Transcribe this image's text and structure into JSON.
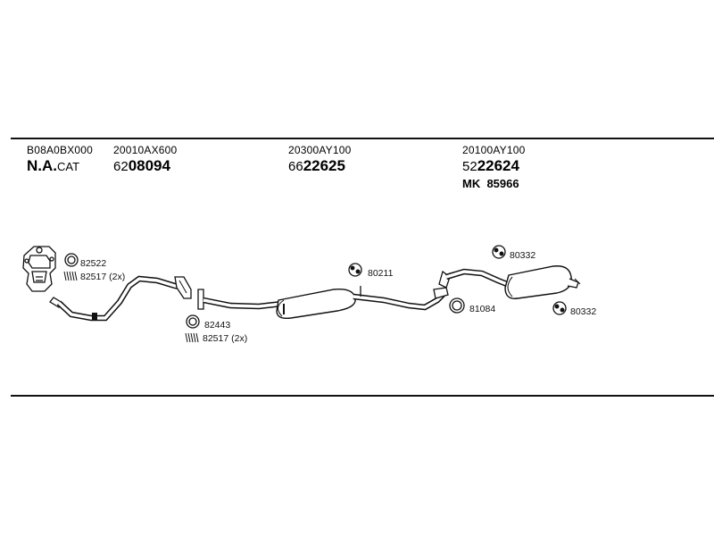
{
  "header": {
    "col1": {
      "code": "B08A0BX000",
      "na_bold": "N.A.",
      "na_small": "CAT"
    },
    "col2": {
      "code": "20010AX600",
      "prefix": "62",
      "number": "08094"
    },
    "col3": {
      "code": "20300AY100",
      "prefix": "66",
      "number": "22625"
    },
    "col4": {
      "code": "20100AY100",
      "prefix": "52",
      "number": "22624",
      "mk_label": "MK",
      "mk_number": "85966"
    }
  },
  "callouts": {
    "c82522": {
      "text": "82522",
      "icon": "gasket-ring-icon"
    },
    "c82517a": {
      "text": "82517 (2x)",
      "icon": "spring-icon"
    },
    "c82443": {
      "text": "82443",
      "icon": "gasket-ring-icon"
    },
    "c82517b": {
      "text": "82517 (2x)",
      "icon": "spring-icon"
    },
    "c80211": {
      "text": "80211",
      "icon": "rubber-mount-icon"
    },
    "c81084": {
      "text": "81084",
      "icon": "gasket-ring-icon"
    },
    "c80332a": {
      "text": "80332",
      "icon": "rubber-mount-icon"
    },
    "c80332b": {
      "text": "80332",
      "icon": "rubber-mount-icon"
    }
  },
  "colors": {
    "line": "#111111",
    "background": "#ffffff"
  }
}
